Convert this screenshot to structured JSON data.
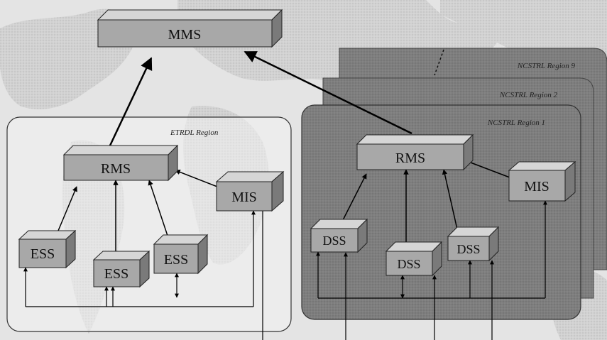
{
  "nodes": {
    "mms": "MMS",
    "etrdl_rms": "RMS",
    "etrdl_mis": "MIS",
    "etrdl_ess_left": "ESS",
    "etrdl_ess_mid": "ESS",
    "etrdl_ess_right": "ESS",
    "nc_rms": "RMS",
    "nc_mis": "MIS",
    "nc_dss_left": "DSS",
    "nc_dss_mid": "DSS",
    "nc_dss_right": "DSS"
  },
  "regions": {
    "etrdl": "ETRDL Region",
    "ncstrl_9": "NCSTRL Region 9",
    "ncstrl_2": "NCSTRL Region 2",
    "ncstrl_1": "NCSTRL Region 1"
  },
  "colors": {
    "background": "#e4e4e4",
    "map_land": "#cfcfcf",
    "box_front": "#a8a8a8",
    "box_top": "#d6d6d6",
    "box_side": "#7a7a7a",
    "ncstrl_panel": "#8a8a8a",
    "ncstrl_panel_front": "#7b7b7b",
    "etrdl_panel": "#f4f4f4"
  }
}
